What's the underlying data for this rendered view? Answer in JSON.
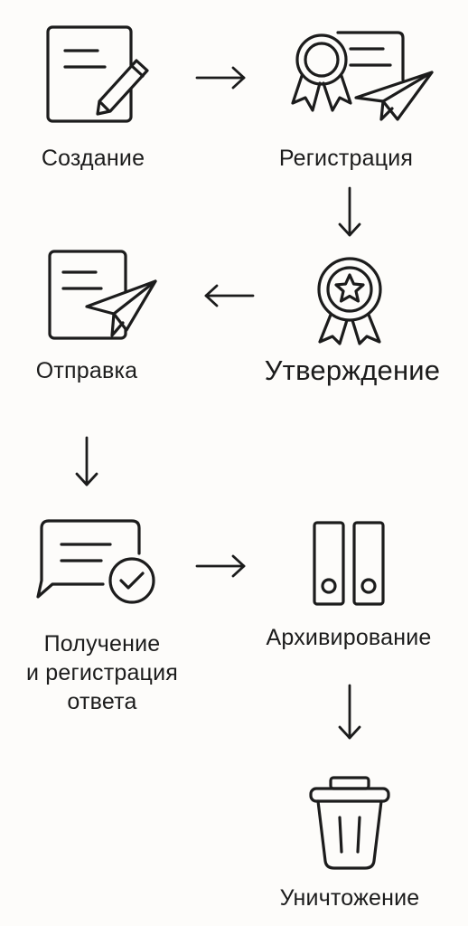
{
  "colors": {
    "stroke": "#1c1c1c",
    "background": "#fdfcfa"
  },
  "steps": [
    {
      "label": "Создание",
      "icon": "document-pen-icon"
    },
    {
      "label": "Регистрация",
      "icon": "certificate-paper-plane-icon"
    },
    {
      "label": "Утверждение",
      "icon": "award-ribbon-star-icon"
    },
    {
      "label": "Отправка",
      "icon": "document-paper-plane-icon"
    },
    {
      "label": "Получение\nи регистрация\nответа",
      "icon": "chat-bubble-check-icon"
    },
    {
      "label": "Архивирование",
      "icon": "binders-icon"
    },
    {
      "label": "Уничтожение",
      "icon": "trash-bin-icon"
    }
  ]
}
